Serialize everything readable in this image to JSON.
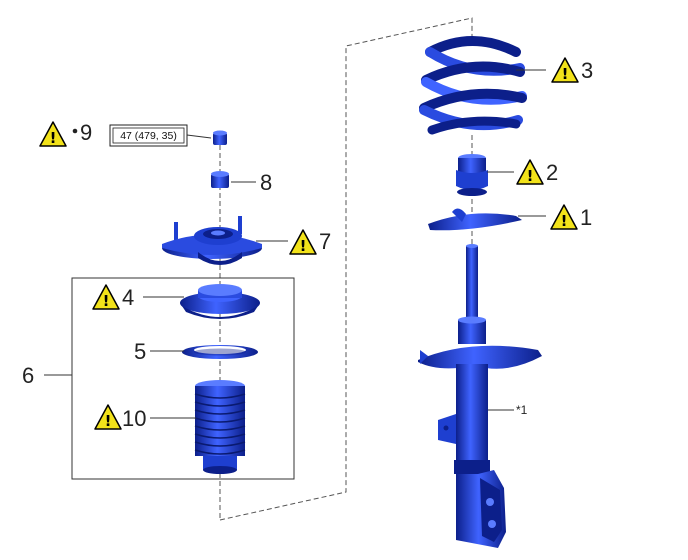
{
  "torque_spec": "47 (479, 35)",
  "callouts": {
    "c1": "1",
    "c2": "2",
    "c3": "3",
    "c4": "4",
    "c5": "5",
    "c6": "6",
    "c7": "7",
    "c8": "8",
    "c9": "9",
    "c10": "10"
  },
  "note_star1": "*1",
  "icons": {
    "warning": "warning-triangle-icon",
    "bullet": "bullet-dot"
  },
  "colors": {
    "part_blue": "#1e3fd0",
    "part_dark": "#0c1f8a",
    "part_light": "#5a7cff",
    "warning_yellow": "#f2e21a"
  }
}
